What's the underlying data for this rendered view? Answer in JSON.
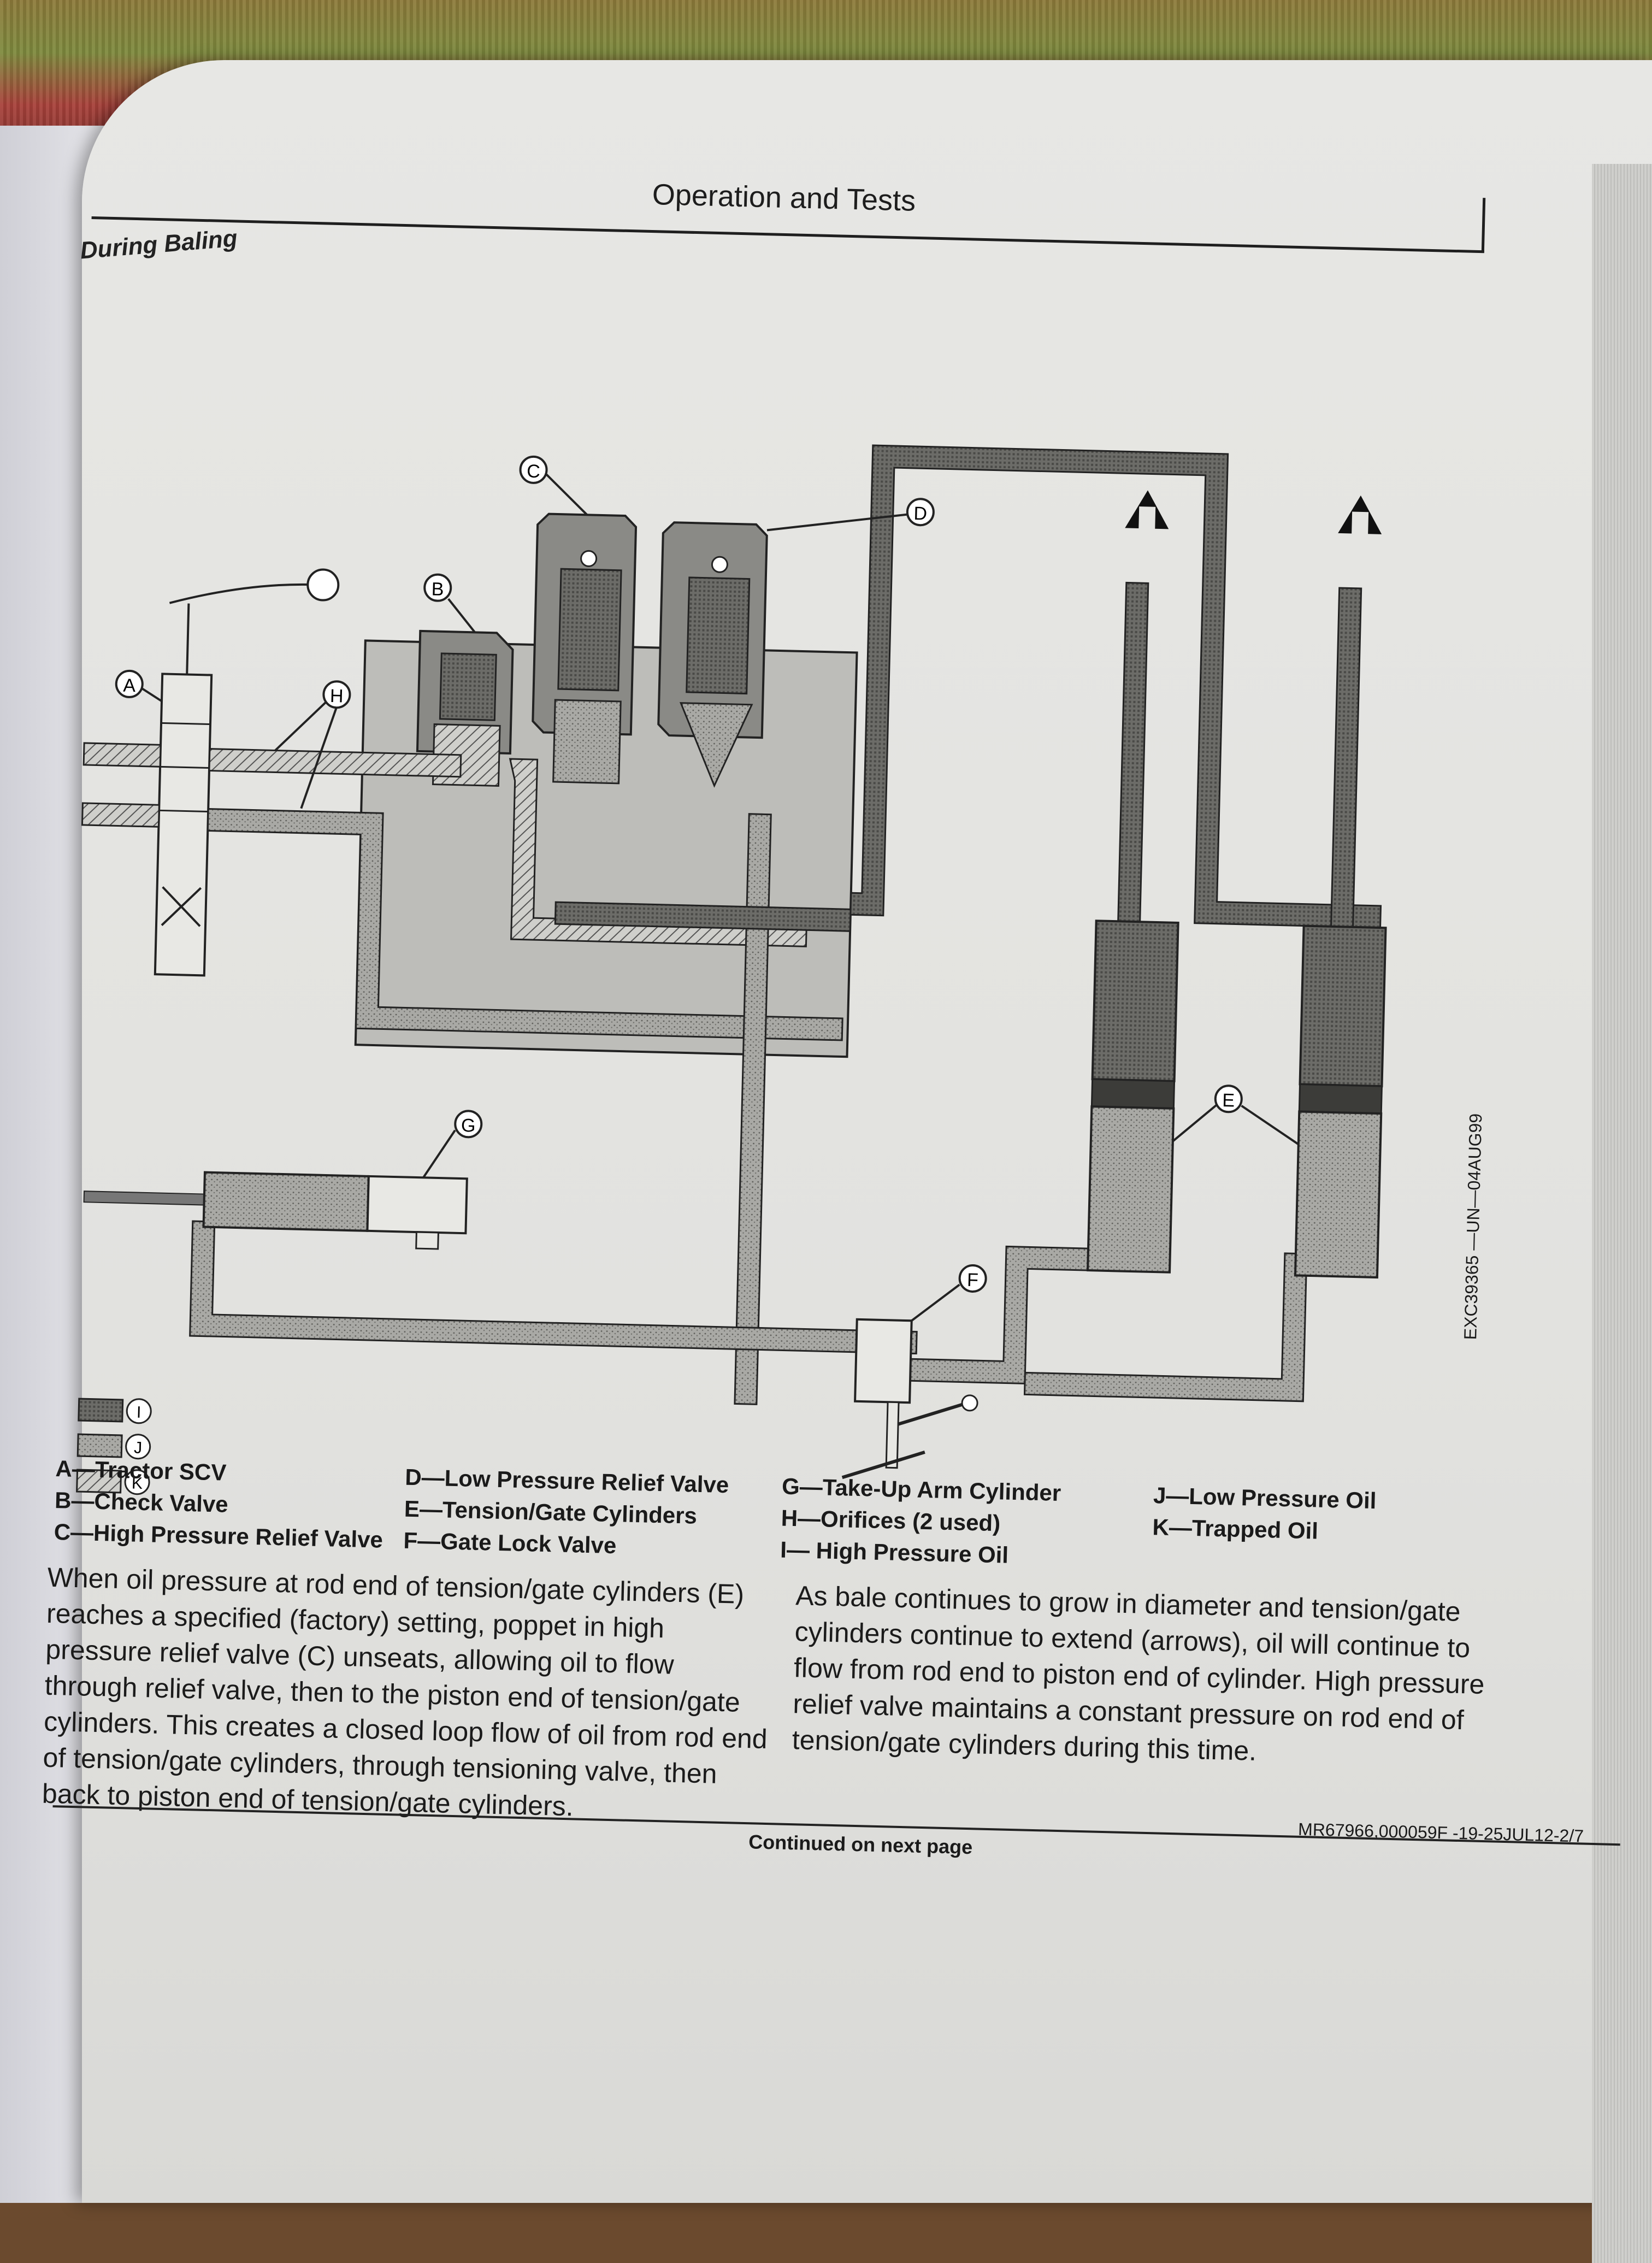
{
  "header": {
    "title": "Operation and Tests"
  },
  "section": {
    "title": "During Baling"
  },
  "figure": {
    "callouts": [
      "A",
      "B",
      "C",
      "D",
      "E",
      "F",
      "G",
      "H",
      "I",
      "J",
      "K"
    ],
    "id": "EXC39365 —UN—04AUG99"
  },
  "legend": {
    "col1": [
      "A—Tractor SCV",
      "B—Check Valve",
      "C—High Pressure Relief Valve"
    ],
    "col2": [
      "D—Low Pressure Relief Valve",
      "E—Tension/Gate Cylinders",
      "F—Gate Lock Valve"
    ],
    "col3": [
      "G—Take-Up Arm Cylinder",
      "H—Orifices (2 used)",
      "I— High Pressure Oil"
    ],
    "col4": [
      "J—Low Pressure Oil",
      "K—Trapped Oil"
    ]
  },
  "body": {
    "para_left": "When oil pressure at rod end of tension/gate cylinders (E) reaches a specified (factory) setting, poppet in high pressure relief valve (C) unseats, allowing oil to flow through relief valve, then to the piston end of tension/gate cylinders. This creates a closed loop flow of oil from rod end of tension/gate cylinders, through tensioning valve, then back to piston end of tension/gate cylinders.",
    "para_right": "As bale continues to grow in diameter and tension/gate cylinders continue to extend (arrows), oil will continue to flow from rod end to piston end of cylinder. High pressure relief valve maintains a constant pressure on rod end of tension/gate cylinders during this time."
  },
  "footer": {
    "continued": "Continued on next page",
    "doc_id": "MR67966,000059F -19-25JUL12-2/7"
  }
}
